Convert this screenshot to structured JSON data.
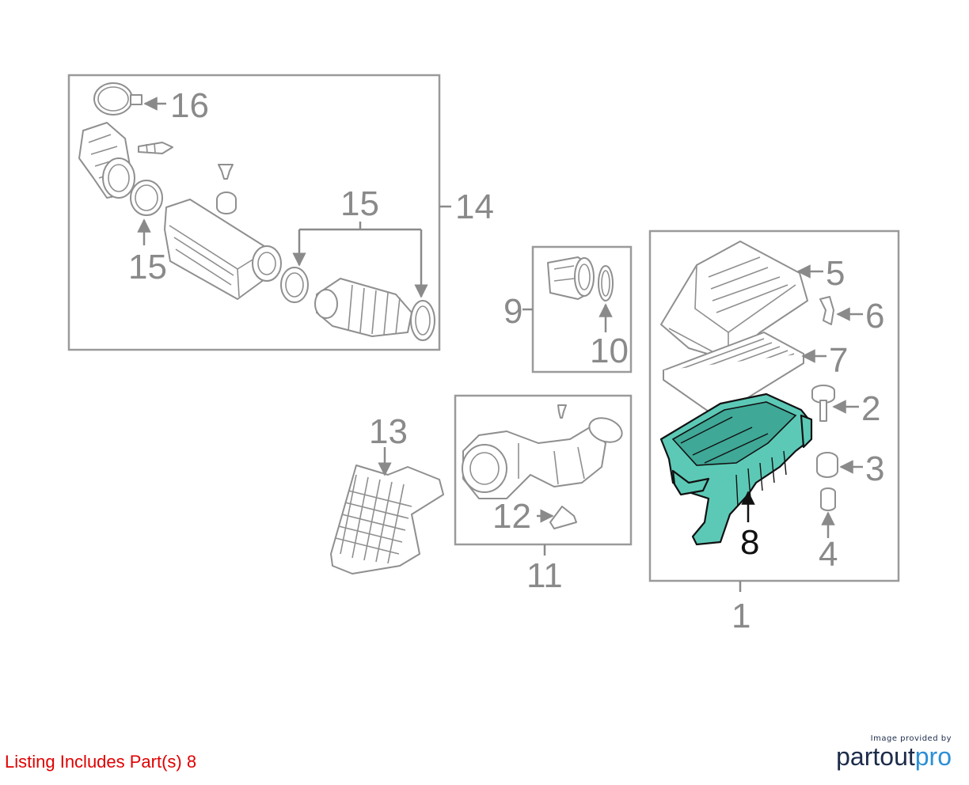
{
  "callouts": {
    "c1": "1",
    "c2": "2",
    "c3": "3",
    "c4": "4",
    "c5": "5",
    "c6": "6",
    "c7": "7",
    "c8": "8",
    "c9": "9",
    "c10": "10",
    "c11": "11",
    "c12": "12",
    "c13": "13",
    "c14": "14",
    "c15a": "15",
    "c15b": "15",
    "c16": "16"
  },
  "highlight": {
    "part": "8",
    "color": "#5cc9b6"
  },
  "footer": {
    "listing": "Listing Includes Part(s) 8",
    "listing_color": "#e00000",
    "credit_small": "Image provided by",
    "credit_brand_a": "partout",
    "credit_brand_b": "pro"
  }
}
